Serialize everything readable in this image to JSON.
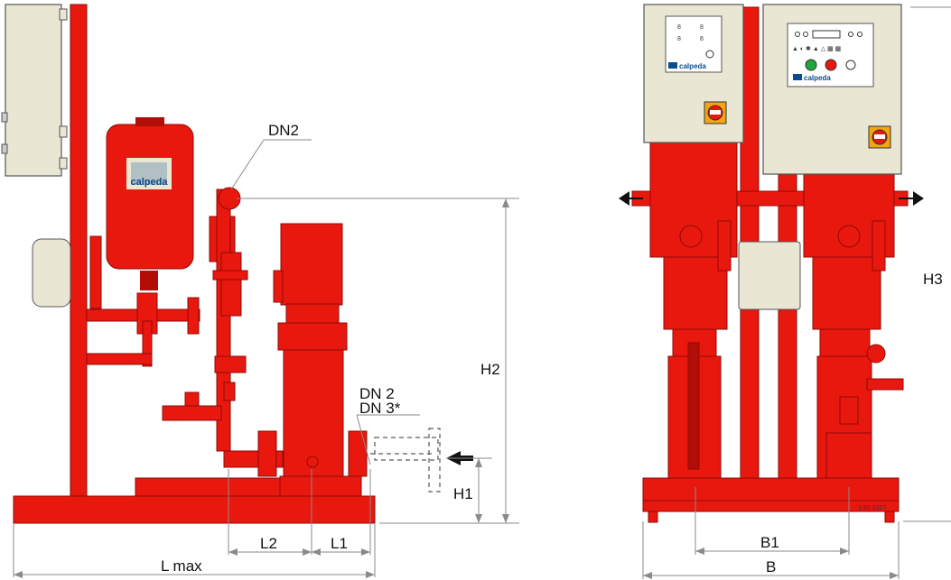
{
  "labels": {
    "dn2": "DN2",
    "dn2_side": "DN 2",
    "dn3": "DN 3*",
    "h1": "H1",
    "h2": "H2",
    "h3": "H3",
    "l1": "L1",
    "l2": "L2",
    "lmax": "L max",
    "b": "B",
    "b1": "B1"
  },
  "brand": {
    "tank_logo": "calpeda",
    "panel1_logo": "calpeda",
    "panel2_logo": "calpeda"
  },
  "drawing_code": "3.93.1027",
  "colors": {
    "pump_red": "#e8180e",
    "dark_red": "#b30d07",
    "cabinet_beige": "#e9e7d4",
    "line_gray": "#8a8a8a",
    "brand_blue": "#0a4d8c"
  }
}
